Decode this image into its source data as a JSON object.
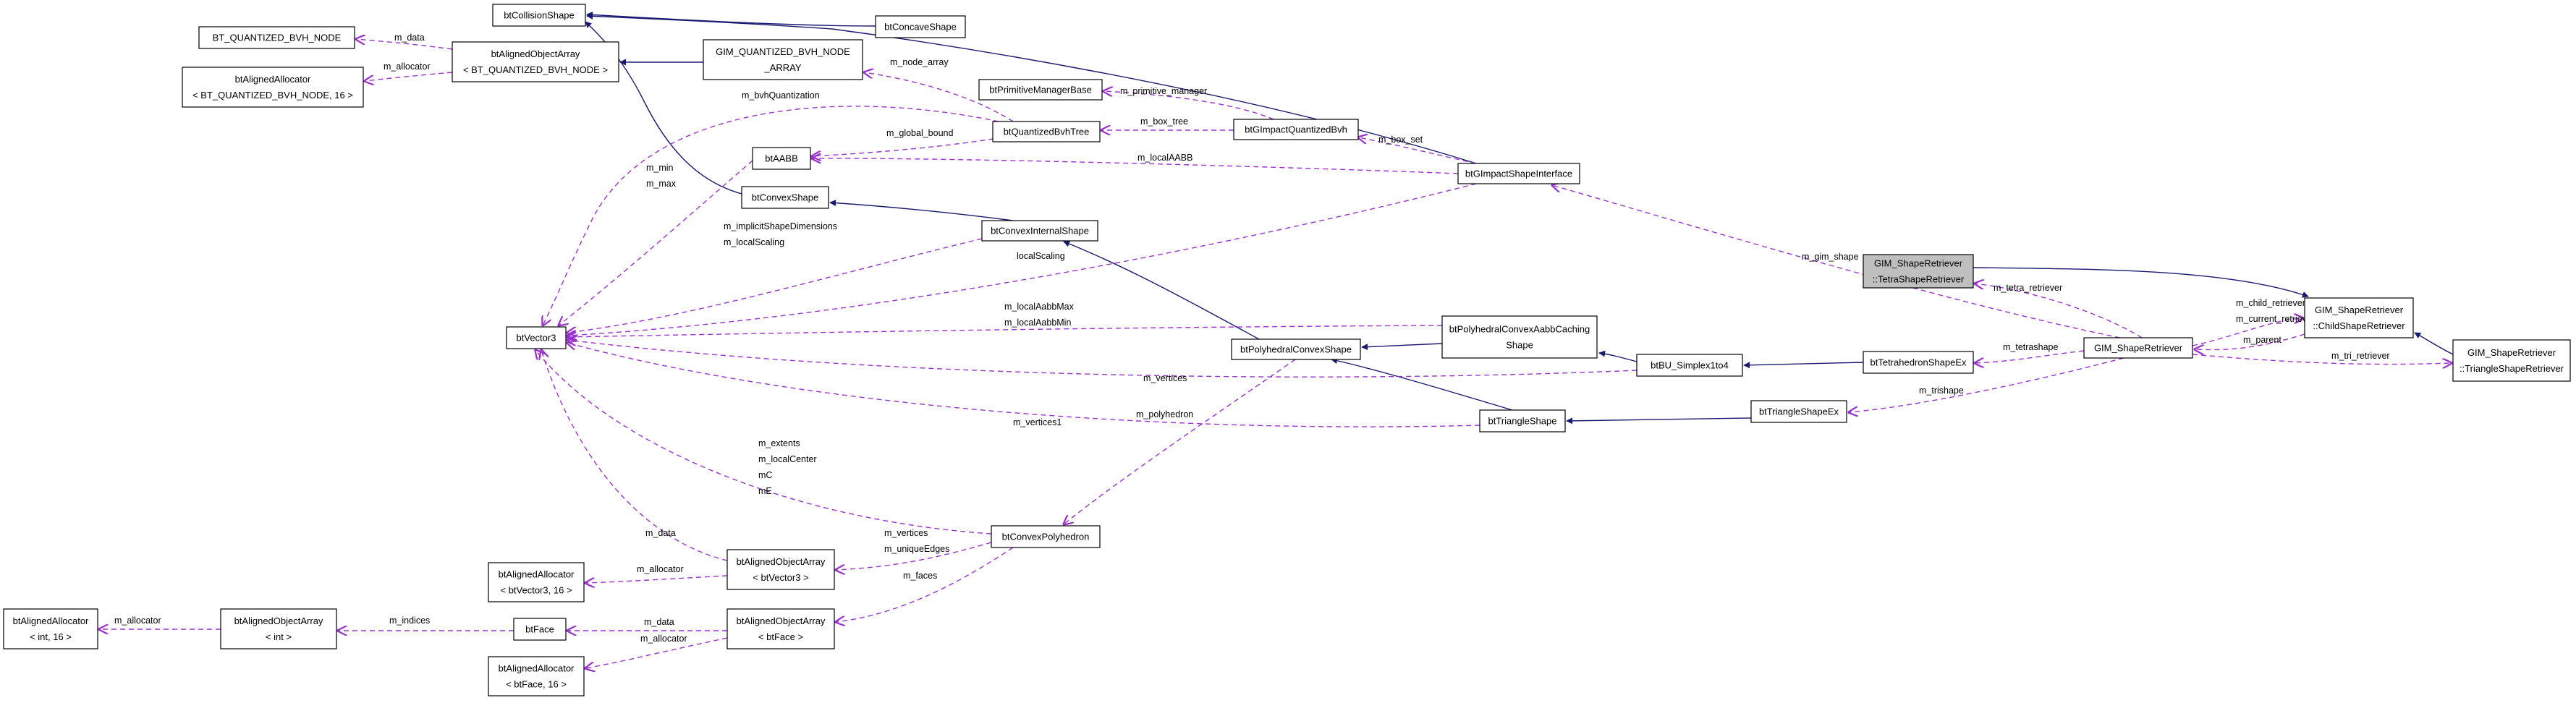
{
  "colors": {
    "inheritance": "#191970",
    "usage": "#9a32cd",
    "node_fill": "#ffffff",
    "highlight_fill": "#bfbfbf"
  },
  "nodes": [
    {
      "id": "tetraRetriever",
      "lines": [
        "GIM_ShapeRetriever",
        "::TetraShapeRetriever"
      ],
      "highlight": true
    },
    {
      "id": "childRetriever",
      "lines": [
        "GIM_ShapeRetriever",
        "::ChildShapeRetriever"
      ]
    },
    {
      "id": "triangleRetriever",
      "lines": [
        "GIM_ShapeRetriever",
        "::TriangleShapeRetriever"
      ]
    },
    {
      "id": "shapeRetriever",
      "lines": [
        "GIM_ShapeRetriever"
      ]
    },
    {
      "id": "btGImpactShapeInterface",
      "lines": [
        "btGImpactShapeInterface"
      ]
    },
    {
      "id": "btGImpactQuantizedBvh",
      "lines": [
        "btGImpactQuantizedBvh"
      ]
    },
    {
      "id": "btPrimitiveManagerBase",
      "lines": [
        "btPrimitiveManagerBase"
      ]
    },
    {
      "id": "btQuantizedBvhTree",
      "lines": [
        "btQuantizedBvhTree"
      ]
    },
    {
      "id": "gimBvhNodeArray",
      "lines": [
        "GIM_QUANTIZED_BVH_NODE",
        "_ARRAY"
      ]
    },
    {
      "id": "btAlignedObjectArrayBvh",
      "lines": [
        "btAlignedObjectArray",
        "< BT_QUANTIZED_BVH_NODE >"
      ]
    },
    {
      "id": "btQuantizedBvhNode",
      "lines": [
        "BT_QUANTIZED_BVH_NODE"
      ]
    },
    {
      "id": "btAlignedAllocatorBvh",
      "lines": [
        "btAlignedAllocator",
        "< BT_QUANTIZED_BVH_NODE, 16 >"
      ]
    },
    {
      "id": "btCollisionShape",
      "lines": [
        "btCollisionShape"
      ]
    },
    {
      "id": "btConcaveShape",
      "lines": [
        "btConcaveShape"
      ]
    },
    {
      "id": "btAABB",
      "lines": [
        "btAABB"
      ]
    },
    {
      "id": "btConvexShape",
      "lines": [
        "btConvexShape"
      ]
    },
    {
      "id": "btConvexInternalShape",
      "lines": [
        "btConvexInternalShape"
      ]
    },
    {
      "id": "btVector3",
      "lines": [
        "btVector3"
      ]
    },
    {
      "id": "btPolyhedralConvexAabbCachingShape",
      "lines": [
        "btPolyhedralConvexAabbCaching",
        "Shape"
      ]
    },
    {
      "id": "btPolyhedralConvexShape",
      "lines": [
        "btPolyhedralConvexShape"
      ]
    },
    {
      "id": "btBUSimplex1to4",
      "lines": [
        "btBU_Simplex1to4"
      ]
    },
    {
      "id": "btTetrahedronShapeEx",
      "lines": [
        "btTetrahedronShapeEx"
      ]
    },
    {
      "id": "btTriangleShape",
      "lines": [
        "btTriangleShape"
      ]
    },
    {
      "id": "btTriangleShapeEx",
      "lines": [
        "btTriangleShapeEx"
      ]
    },
    {
      "id": "btConvexPolyhedron",
      "lines": [
        "btConvexPolyhedron"
      ]
    },
    {
      "id": "btAlignedObjectArrayVec3",
      "lines": [
        "btAlignedObjectArray",
        "< btVector3 >"
      ]
    },
    {
      "id": "btAlignedAllocatorVec3",
      "lines": [
        "btAlignedAllocator",
        "< btVector3, 16 >"
      ]
    },
    {
      "id": "btFace",
      "lines": [
        "btFace"
      ]
    },
    {
      "id": "btAlignedObjectArrayFace",
      "lines": [
        "btAlignedObjectArray",
        "< btFace >"
      ]
    },
    {
      "id": "btAlignedAllocatorFace",
      "lines": [
        "btAlignedAllocator",
        "< btFace, 16 >"
      ]
    },
    {
      "id": "btAlignedObjectArrayInt",
      "lines": [
        "btAlignedObjectArray",
        "< int >"
      ]
    },
    {
      "id": "btAlignedAllocatorInt",
      "lines": [
        "btAlignedAllocator",
        "< int, 16 >"
      ]
    }
  ],
  "edges": [
    {
      "kind": "inheritance",
      "from": "tetraRetriever",
      "to": "childRetriever"
    },
    {
      "kind": "inheritance",
      "from": "triangleRetriever",
      "to": "childRetriever"
    },
    {
      "kind": "usage",
      "from": "shapeRetriever",
      "to": "childRetriever",
      "labels": [
        "m_child_retriever",
        "m_current_retriever"
      ]
    },
    {
      "kind": "usage",
      "from": "childRetriever",
      "to": "shapeRetriever",
      "labels": [
        "m_parent"
      ]
    },
    {
      "kind": "usage",
      "from": "shapeRetriever",
      "to": "tetraRetriever",
      "labels": [
        "m_tetra_retriever"
      ]
    },
    {
      "kind": "usage",
      "from": "shapeRetriever",
      "to": "triangleRetriever",
      "labels": [
        "m_tri_retriever"
      ]
    },
    {
      "kind": "usage",
      "from": "shapeRetriever",
      "to": "btGImpactShapeInterface",
      "labels": [
        "m_gim_shape"
      ]
    },
    {
      "kind": "usage",
      "from": "shapeRetriever",
      "to": "btTetrahedronShapeEx",
      "labels": [
        "m_tetrashape"
      ]
    },
    {
      "kind": "usage",
      "from": "shapeRetriever",
      "to": "btTriangleShapeEx",
      "labels": [
        "m_trishape"
      ]
    },
    {
      "kind": "inheritance",
      "from": "btTetrahedronShapeEx",
      "to": "btBUSimplex1to4"
    },
    {
      "kind": "inheritance",
      "from": "btTriangleShapeEx",
      "to": "btTriangleShape"
    },
    {
      "kind": "inheritance",
      "from": "btBUSimplex1to4",
      "to": "btPolyhedralConvexAabbCachingShape"
    },
    {
      "kind": "inheritance",
      "from": "btPolyhedralConvexAabbCachingShape",
      "to": "btPolyhedralConvexShape"
    },
    {
      "kind": "inheritance",
      "from": "btTriangleShape",
      "to": "btPolyhedralConvexShape"
    },
    {
      "kind": "inheritance",
      "from": "btPolyhedralConvexShape",
      "to": "btConvexInternalShape"
    },
    {
      "kind": "inheritance",
      "from": "btConvexInternalShape",
      "to": "btConvexShape"
    },
    {
      "kind": "inheritance",
      "from": "btConvexShape",
      "to": "btCollisionShape"
    },
    {
      "kind": "inheritance",
      "from": "btGImpactShapeInterface",
      "to": "btConcaveShape"
    },
    {
      "kind": "inheritance",
      "from": "btConcaveShape",
      "to": "btCollisionShape"
    },
    {
      "kind": "inheritance",
      "from": "gimBvhNodeArray",
      "to": "btAlignedObjectArrayBvh"
    },
    {
      "kind": "usage",
      "from": "btAlignedObjectArrayBvh",
      "to": "btQuantizedBvhNode",
      "labels": [
        "m_data"
      ]
    },
    {
      "kind": "usage",
      "from": "btAlignedObjectArrayBvh",
      "to": "btAlignedAllocatorBvh",
      "labels": [
        "m_allocator"
      ]
    },
    {
      "kind": "usage",
      "from": "btQuantizedBvhTree",
      "to": "gimBvhNodeArray",
      "labels": [
        "m_node_array"
      ]
    },
    {
      "kind": "usage",
      "from": "btGImpactQuantizedBvh",
      "to": "btPrimitiveManagerBase",
      "labels": [
        "m_primitive_manager"
      ]
    },
    {
      "kind": "usage",
      "from": "btGImpactQuantizedBvh",
      "to": "btQuantizedBvhTree",
      "labels": [
        "m_box_tree"
      ]
    },
    {
      "kind": "usage",
      "from": "btGImpactShapeInterface",
      "to": "btGImpactQuantizedBvh",
      "labels": [
        "m_box_set"
      ]
    },
    {
      "kind": "usage",
      "from": "btGImpactShapeInterface",
      "to": "btAABB",
      "labels": [
        "m_localAABB"
      ]
    },
    {
      "kind": "usage",
      "from": "btQuantizedBvhTree",
      "to": "btAABB",
      "labels": [
        "m_global_bound"
      ]
    },
    {
      "kind": "usage",
      "from": "btQuantizedBvhTree",
      "to": "btVector3",
      "labels": [
        "m_bvhQuantization"
      ]
    },
    {
      "kind": "usage",
      "from": "btAABB",
      "to": "btVector3",
      "labels": [
        "m_min",
        "m_max"
      ]
    },
    {
      "kind": "usage",
      "from": "btConvexInternalShape",
      "to": "btVector3",
      "labels": [
        "m_implicitShapeDimensions",
        "m_localScaling"
      ]
    },
    {
      "kind": "usage",
      "from": "btGImpactShapeInterface",
      "to": "btVector3",
      "labels": [
        "localScaling"
      ]
    },
    {
      "kind": "usage",
      "from": "btPolyhedralConvexAabbCachingShape",
      "to": "btVector3",
      "labels": [
        "m_localAabbMax",
        "m_localAabbMin"
      ]
    },
    {
      "kind": "usage",
      "from": "btBUSimplex1to4",
      "to": "btVector3",
      "labels": [
        "m_vertices"
      ]
    },
    {
      "kind": "usage",
      "from": "btTriangleShape",
      "to": "btVector3",
      "labels": [
        "m_vertices1"
      ]
    },
    {
      "kind": "usage",
      "from": "btConvexPolyhedron",
      "to": "btVector3",
      "labels": [
        "m_extents",
        "m_localCenter",
        "mC",
        "mE"
      ]
    },
    {
      "kind": "usage",
      "from": "btPolyhedralConvexShape",
      "to": "btConvexPolyhedron",
      "labels": [
        "m_polyhedron"
      ]
    },
    {
      "kind": "usage",
      "from": "btAlignedObjectArrayVec3",
      "to": "btVector3",
      "labels": [
        "m_data"
      ]
    },
    {
      "kind": "usage",
      "from": "btAlignedObjectArrayVec3",
      "to": "btAlignedAllocatorVec3",
      "labels": [
        "m_allocator"
      ]
    },
    {
      "kind": "usage",
      "from": "btConvexPolyhedron",
      "to": "btAlignedObjectArrayVec3",
      "labels": [
        "m_vertices",
        "m_uniqueEdges"
      ]
    },
    {
      "kind": "usage",
      "from": "btConvexPolyhedron",
      "to": "btAlignedObjectArrayFace",
      "labels": [
        "m_faces"
      ]
    },
    {
      "kind": "usage",
      "from": "btAlignedObjectArrayFace",
      "to": "btFace",
      "labels": [
        "m_data"
      ]
    },
    {
      "kind": "usage",
      "from": "btAlignedObjectArrayFace",
      "to": "btAlignedAllocatorFace",
      "labels": [
        "m_allocator"
      ]
    },
    {
      "kind": "usage",
      "from": "btFace",
      "to": "btAlignedObjectArrayInt",
      "labels": [
        "m_indices"
      ]
    },
    {
      "kind": "usage",
      "from": "btAlignedObjectArrayInt",
      "to": "btAlignedAllocatorInt",
      "labels": [
        "m_allocator"
      ]
    }
  ]
}
